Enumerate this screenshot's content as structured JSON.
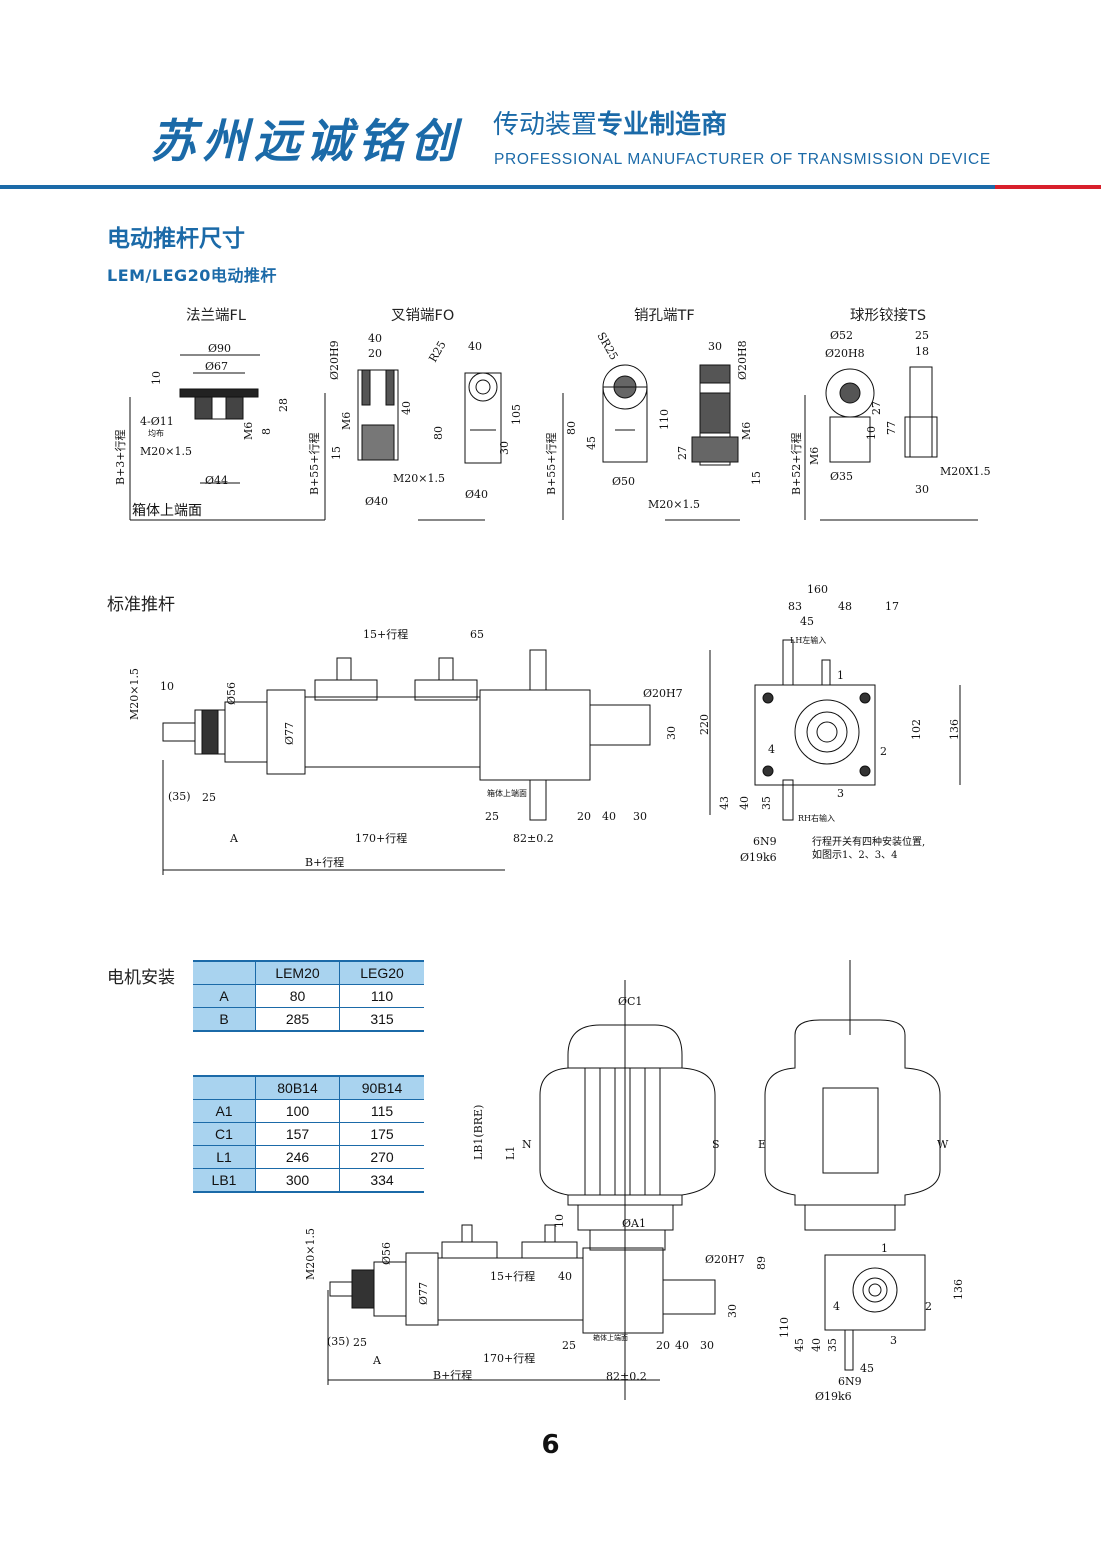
{
  "header": {
    "brand": "苏州远诚铭创",
    "tagline_cn_regular": "传动装置",
    "tagline_cn_bold": "专业制造商",
    "tagline_en": "PROFESSIONAL MANUFACTURER OF TRANSMISSION DEVICE",
    "colors": {
      "primary": "#1b6aa8",
      "accent": "#d8202b"
    }
  },
  "section": {
    "title": "电动推杆尺寸",
    "subtitle": "LEM/LEG20电动推杆"
  },
  "end_types": {
    "fl": "法兰端FL",
    "fo": "叉销端FO",
    "tf": "销孔端TF",
    "ts": "球形铰接TS"
  },
  "end_dims": {
    "fl": {
      "d90": "Ø90",
      "d67": "Ø67",
      "t10": "10",
      "h28": "28",
      "h8": "8",
      "m6": "M6",
      "holes": "4-Ø11",
      "evenly": "均布",
      "thread": "M20×1.5",
      "d44": "Ø44",
      "b3": "B+3+行程",
      "box_top": "箱体上端面"
    },
    "fo": {
      "w40": "40",
      "w20": "20",
      "d20h9": "Ø20H9",
      "h40": "40",
      "m6": "M6",
      "h15": "15",
      "b55": "B+55+行程",
      "thread": "M20×1.5",
      "d40": "Ø40"
    },
    "fo_side": {
      "r25": "R25",
      "w40": "40",
      "h80": "80",
      "h105": "105",
      "h30": "30",
      "d40": "Ø40"
    },
    "tf": {
      "sr25": "SR25",
      "h80": "80",
      "h45": "45",
      "b55": "B+55+行程",
      "d50": "Ø50"
    },
    "tf_side": {
      "w30": "30",
      "d20h8": "Ø20H8",
      "h110": "110",
      "h27": "27",
      "m6": "M6",
      "h15": "15",
      "thread": "M20×1.5"
    },
    "ts": {
      "d52": "Ø52",
      "d20h8": "Ø20H8",
      "h27": "27",
      "h10": "10",
      "h77": "77",
      "m6": "M6",
      "d35": "Ø35",
      "b52": "B+52+行程"
    },
    "ts_side": {
      "w25": "25",
      "w18": "18",
      "thread": "M20X1.5",
      "w30": "30"
    }
  },
  "std": {
    "label": "标准推杆",
    "thread": "M20×1.5",
    "t10": "10",
    "d56": "Ø56",
    "d77": "Ø77",
    "stroke15": "15+行程",
    "w65": "65",
    "d20h7": "Ø20H7",
    "h30": "30",
    "p35": "(35)",
    "w25a": "25",
    "box_top": "箱体上端面",
    "w25b": "25",
    "w20": "20",
    "w40": "40",
    "w30": "30",
    "a": "A",
    "stroke170": "170+行程",
    "dim82": "82±0.2",
    "bstroke": "B+行程"
  },
  "side": {
    "w160": "160",
    "w83": "83",
    "w48": "48",
    "w17": "17",
    "w45": "45",
    "lh": "LH左输入",
    "h220": "220",
    "h102": "102",
    "h136": "136",
    "n1": "1",
    "n2": "2",
    "n3": "3",
    "n4": "4",
    "h43": "43",
    "h40": "40",
    "h35": "35",
    "rh": "RH右输入",
    "key": "6N9",
    "shaft": "Ø19k6",
    "note1": "行程开关有四种安装位置,",
    "note2": "如图示1、2、3、4"
  },
  "motor": {
    "label": "电机安装",
    "c1": "ØC1",
    "lb1": "LB1(BRE)",
    "l1": "L1",
    "n": "N",
    "s": "S",
    "e": "E",
    "w": "W",
    "a1": "ØA1",
    "t10": "10",
    "thread": "M20×1.5",
    "d56": "Ø56",
    "d77": "Ø77",
    "stroke15": "15+行程",
    "w40": "40",
    "d20h7": "Ø20H7",
    "h89": "89",
    "h30": "30",
    "p35": "(35)",
    "w25": "25",
    "box_top": "箱体上端面",
    "w25b": "25",
    "w20": "20",
    "w40b": "40",
    "w30": "30",
    "a": "A",
    "stroke170": "170+行程",
    "dim82": "82±0.2",
    "bstroke": "B+行程",
    "sd110": "110",
    "sd45": "45",
    "sd40": "40",
    "sd35": "35",
    "sd45b": "45",
    "key": "6N9",
    "shaft": "Ø19k6",
    "sh136": "136",
    "n1": "1",
    "n2": "2",
    "n3": "3",
    "n4": "4"
  },
  "table1": {
    "header": [
      "",
      "LEM20",
      "LEG20"
    ],
    "rows": [
      [
        "A",
        "80",
        "110"
      ],
      [
        "B",
        "285",
        "315"
      ]
    ]
  },
  "table2": {
    "header": [
      "",
      "80B14",
      "90B14"
    ],
    "rows": [
      [
        "A1",
        "100",
        "115"
      ],
      [
        "C1",
        "157",
        "175"
      ],
      [
        "L1",
        "246",
        "270"
      ],
      [
        "LB1",
        "300",
        "334"
      ]
    ]
  },
  "page_number": "6"
}
